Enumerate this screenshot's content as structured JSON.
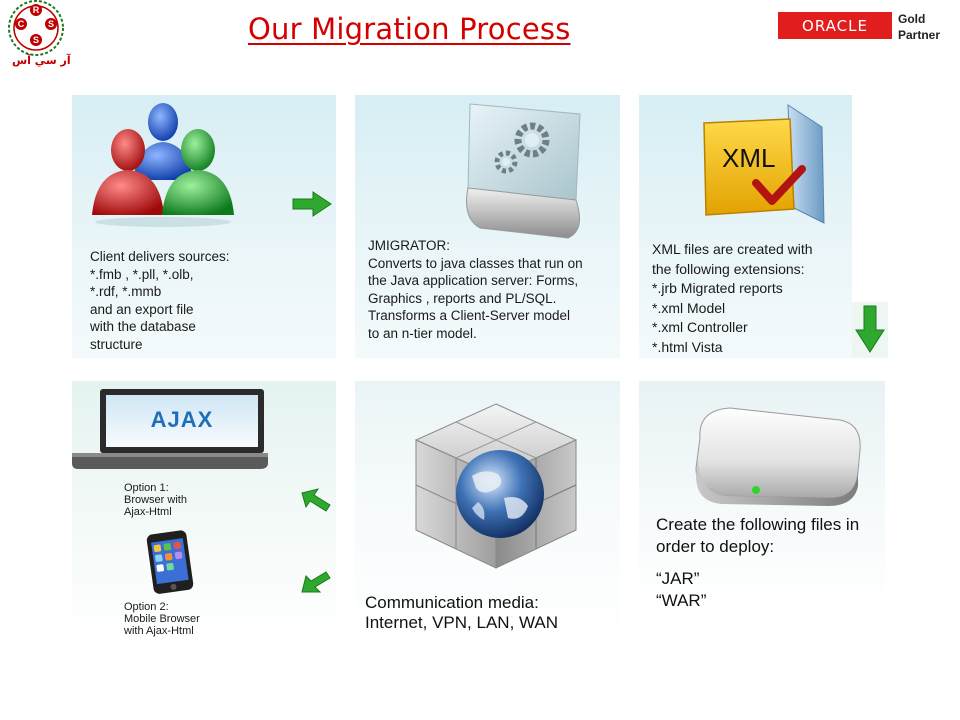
{
  "header": {
    "title": "Our Migration Process",
    "logo_letters": [
      "R",
      "C",
      "S",
      "S"
    ],
    "logo_subtitle": "آر سي آس",
    "oracle_logo": "ORACLE",
    "partner_line1": "Gold",
    "partner_line2": "Partner"
  },
  "cards": {
    "client": {
      "text": "Client delivers sources:\n*.fmb ,  *.pll,  *.olb,\n*.rdf, *.mmb\nand an export file\nwith the database\nstructure"
    },
    "jmigrator": {
      "text": "JMIGRATOR:\nConverts to java classes that run on\nthe Java application server: Forms,\nGraphics , reports and PL/SQL.\nTransforms a Client-Server model\nto an n-tier model."
    },
    "xml": {
      "folder_label": "XML",
      "text": "XML files are created with\nthe following extensions:\n*.jrb  Migrated reports\n*.xml Model\n*.xml Controller\n*.html Vista"
    },
    "options": {
      "ajax_label": "AJAX",
      "option1": "Option 1:\nBrowser with\nAjax-Html",
      "option2": "Option 2:\nMobile Browser\nwith Ajax-Html"
    },
    "communication": {
      "text": "Communication media:\nInternet, VPN, LAN, WAN"
    },
    "deploy": {
      "text": "Create the following files in\norder to deploy:",
      "jar": "“JAR”",
      "war": "“WAR”"
    }
  },
  "icons": [
    "rcss-logo",
    "oracle-logo",
    "users-icon",
    "arrow-right-icon",
    "gear-panel-icon",
    "xml-folder-icon",
    "arrow-down-icon",
    "laptop-icon",
    "smartphone-icon",
    "arrow-up-left-icon",
    "arrow-down-left-icon",
    "globe-cube-icon",
    "hard-drive-icon"
  ],
  "colors": {
    "title": "#d40000",
    "oracle_red": "#e21d1d",
    "arrow_green": "#2fa82f"
  }
}
